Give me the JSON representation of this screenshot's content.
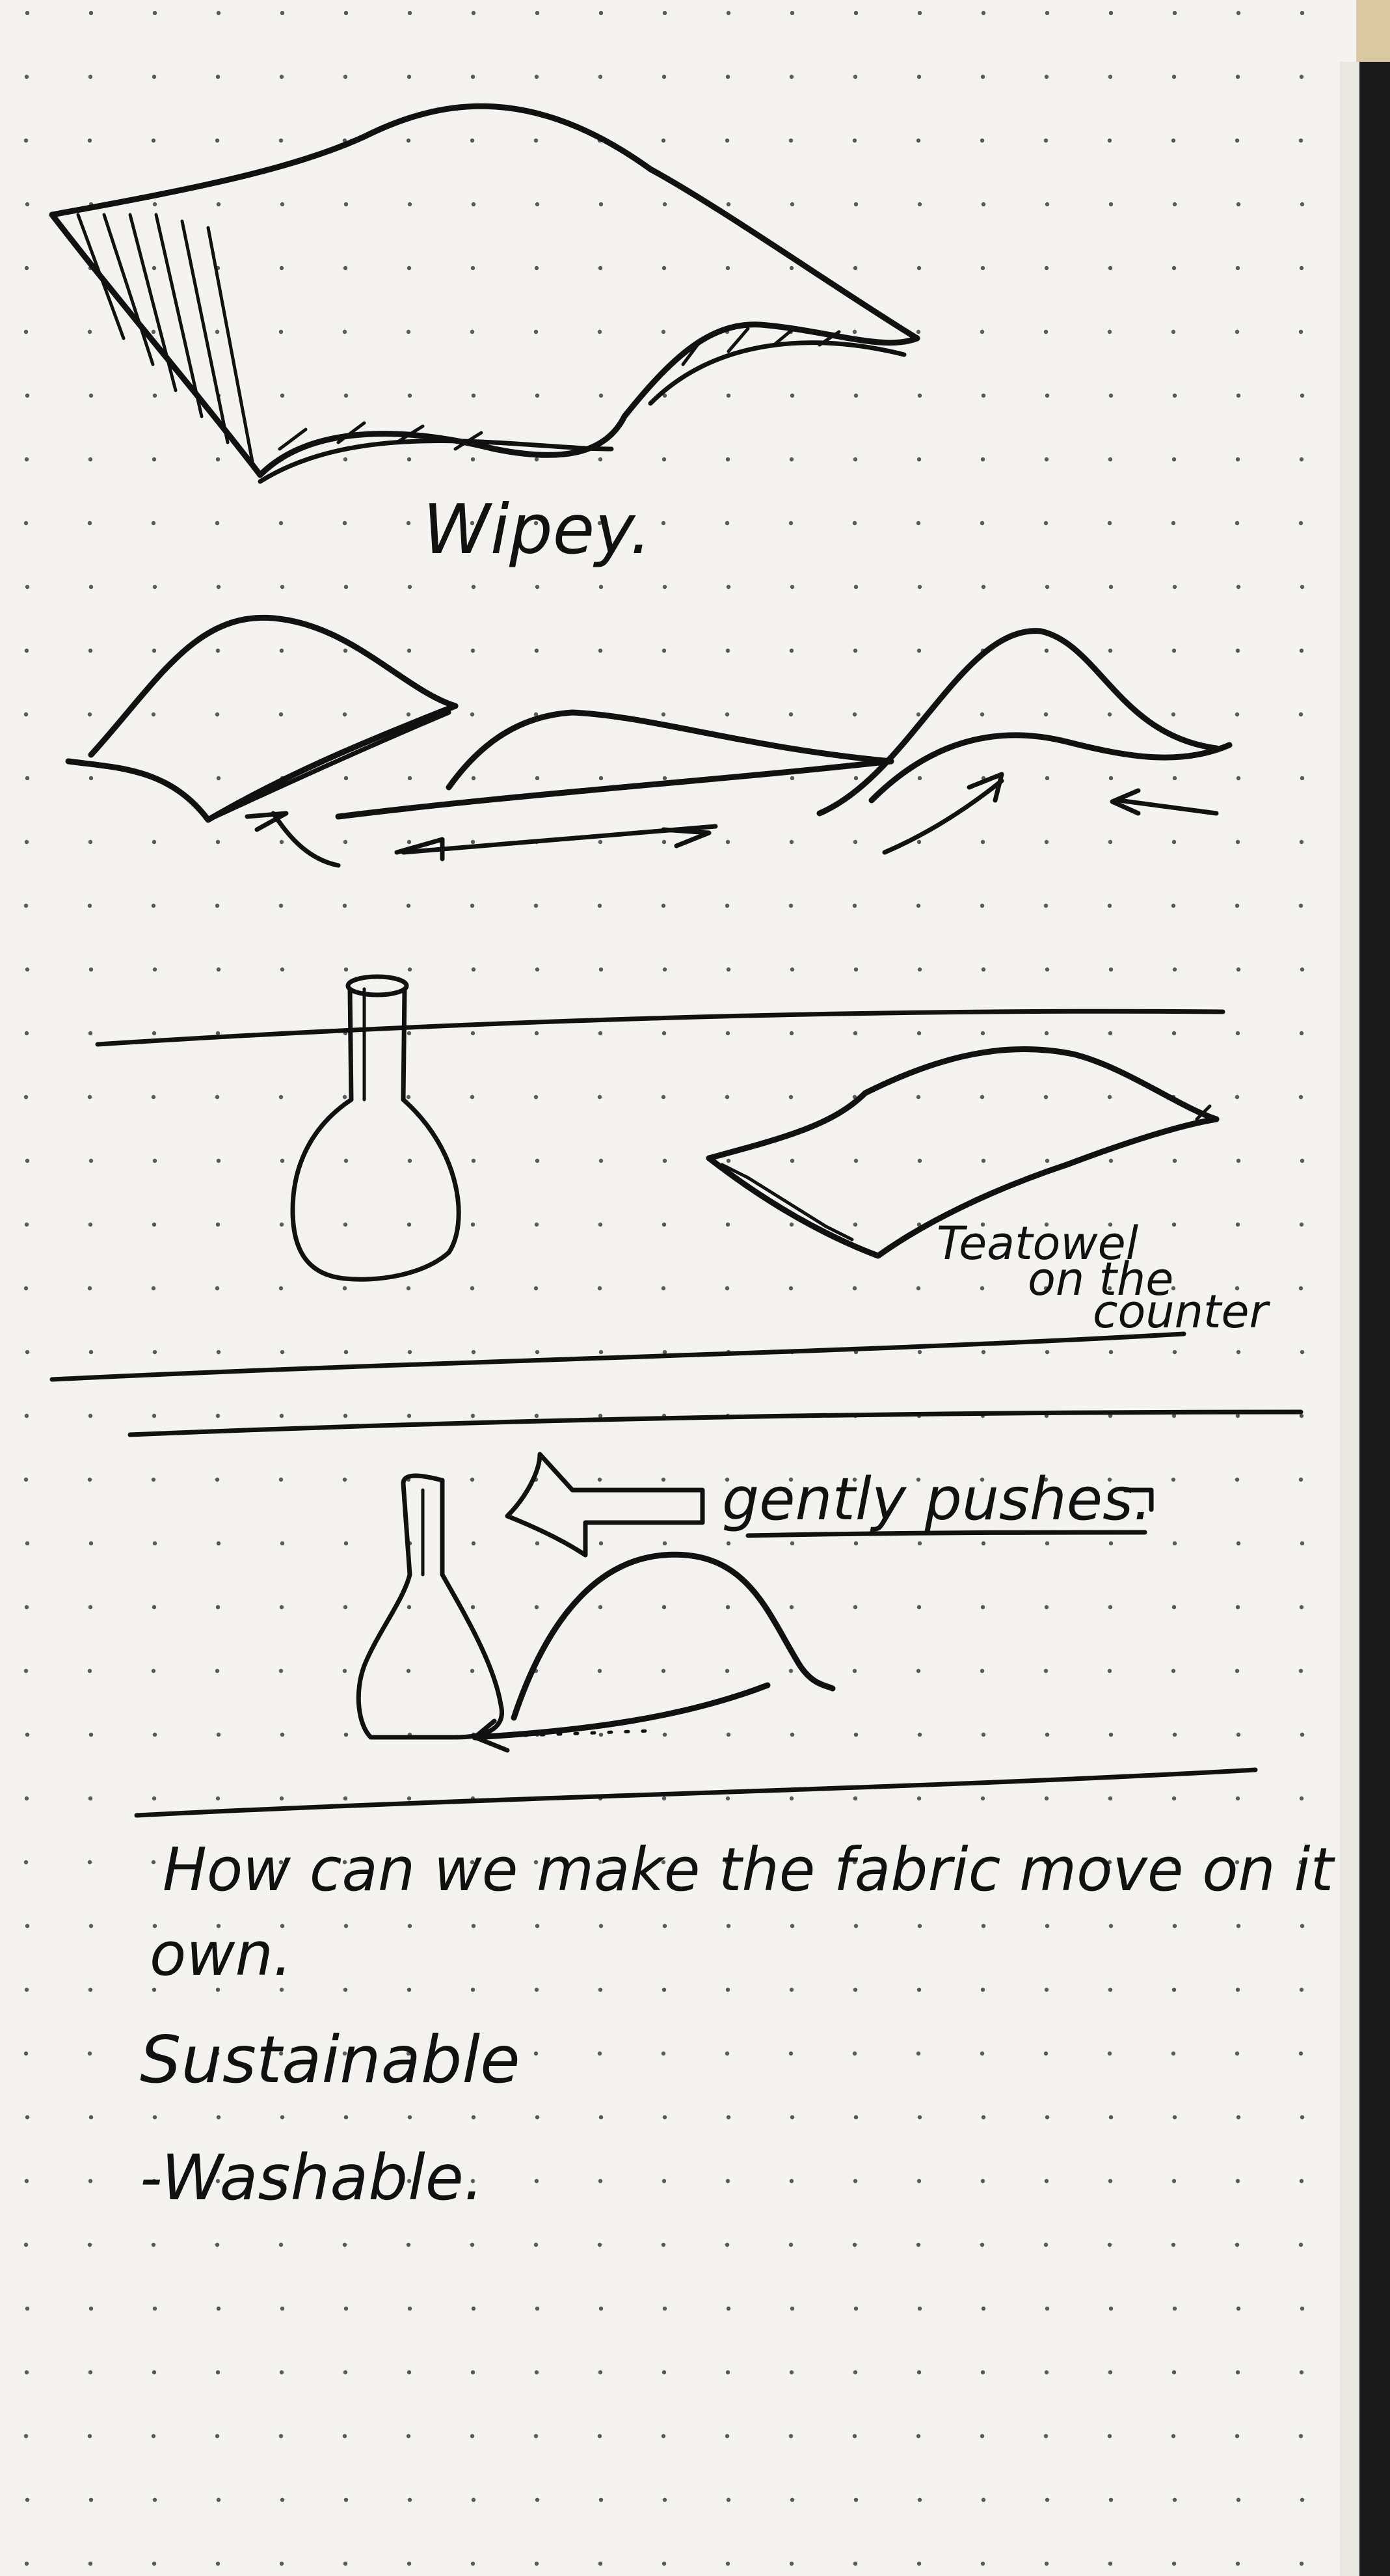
{
  "colors": {
    "paper": "#f4f3ef",
    "ink": "#111111",
    "dot": "#5a5a5a",
    "desk_edge": "#1a1a1a",
    "desk_top": "#d9c9a0"
  },
  "labels": {
    "sketch1": "Wipey.",
    "sketch3": [
      "Teatowel",
      "on the",
      "counter"
    ],
    "sketch4": "gently pushes."
  },
  "notes": {
    "line1": "How can we make the fabric move on it",
    "line2": "own.",
    "line3": "Sustainable",
    "line4": "-Washable."
  }
}
